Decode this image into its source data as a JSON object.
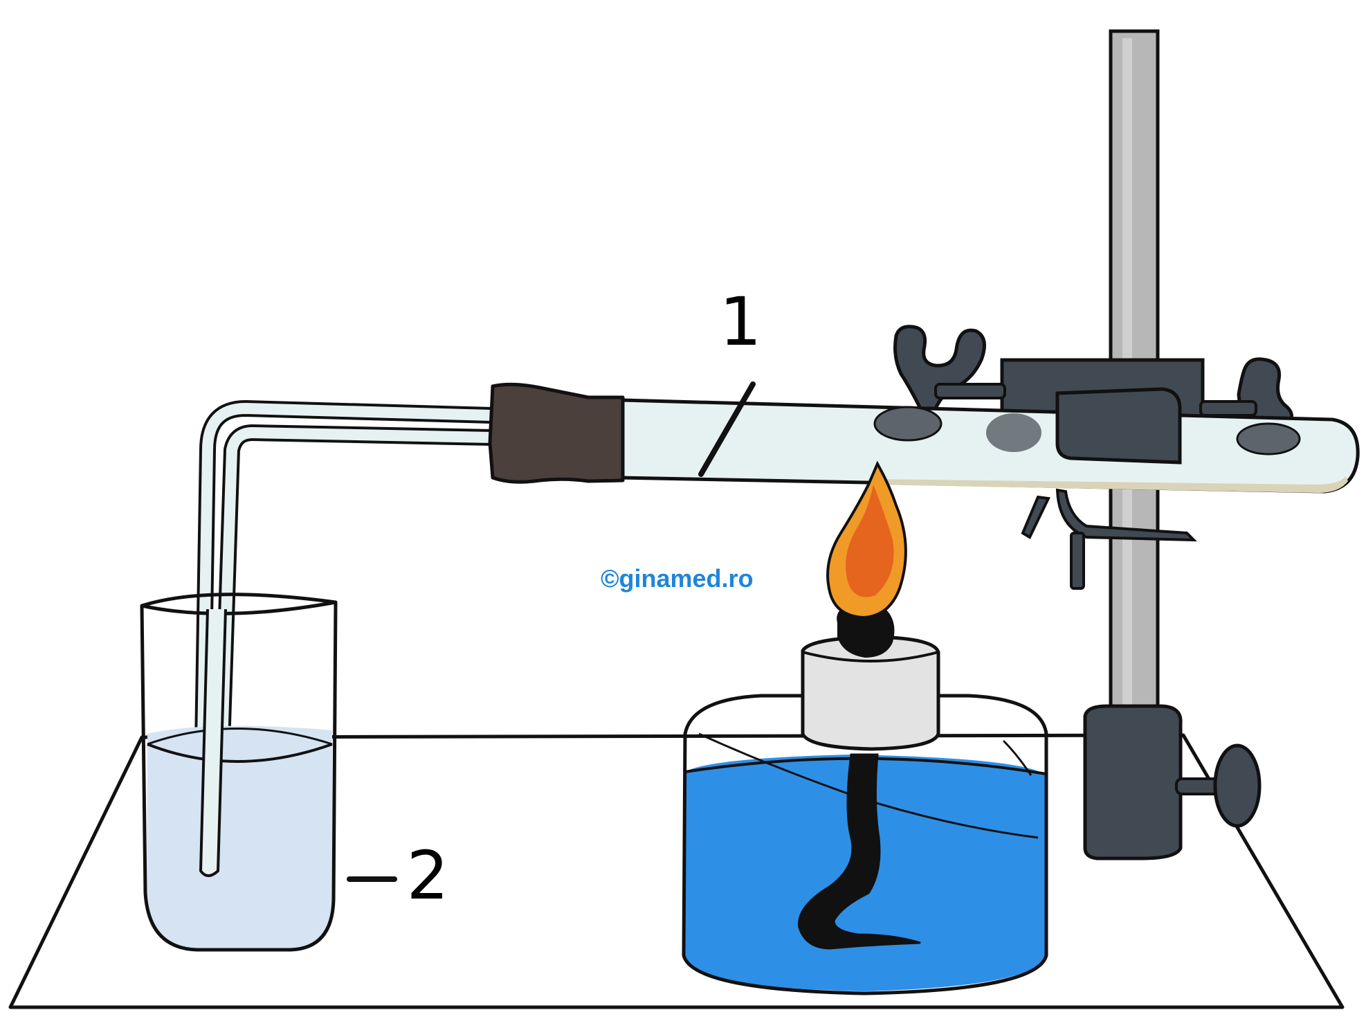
{
  "labels": {
    "tube": "1",
    "beaker": "2"
  },
  "watermark": {
    "text": "©ginamed.ro"
  },
  "colors": {
    "outline": "#111111",
    "table_fill": "#ffffff",
    "stand_rod": "#b7b7b7",
    "clamp_metal": "#414a52",
    "rubber_stopper": "#4b403c",
    "glass": "#e6f2f2",
    "beaker_water": "#d5e3f2",
    "lamp_fuel": "#2e8fe6",
    "flame_outer": "#f09a28",
    "flame_inner": "#e5641e",
    "wick": "#111111",
    "watermark": "#1f86d8"
  }
}
